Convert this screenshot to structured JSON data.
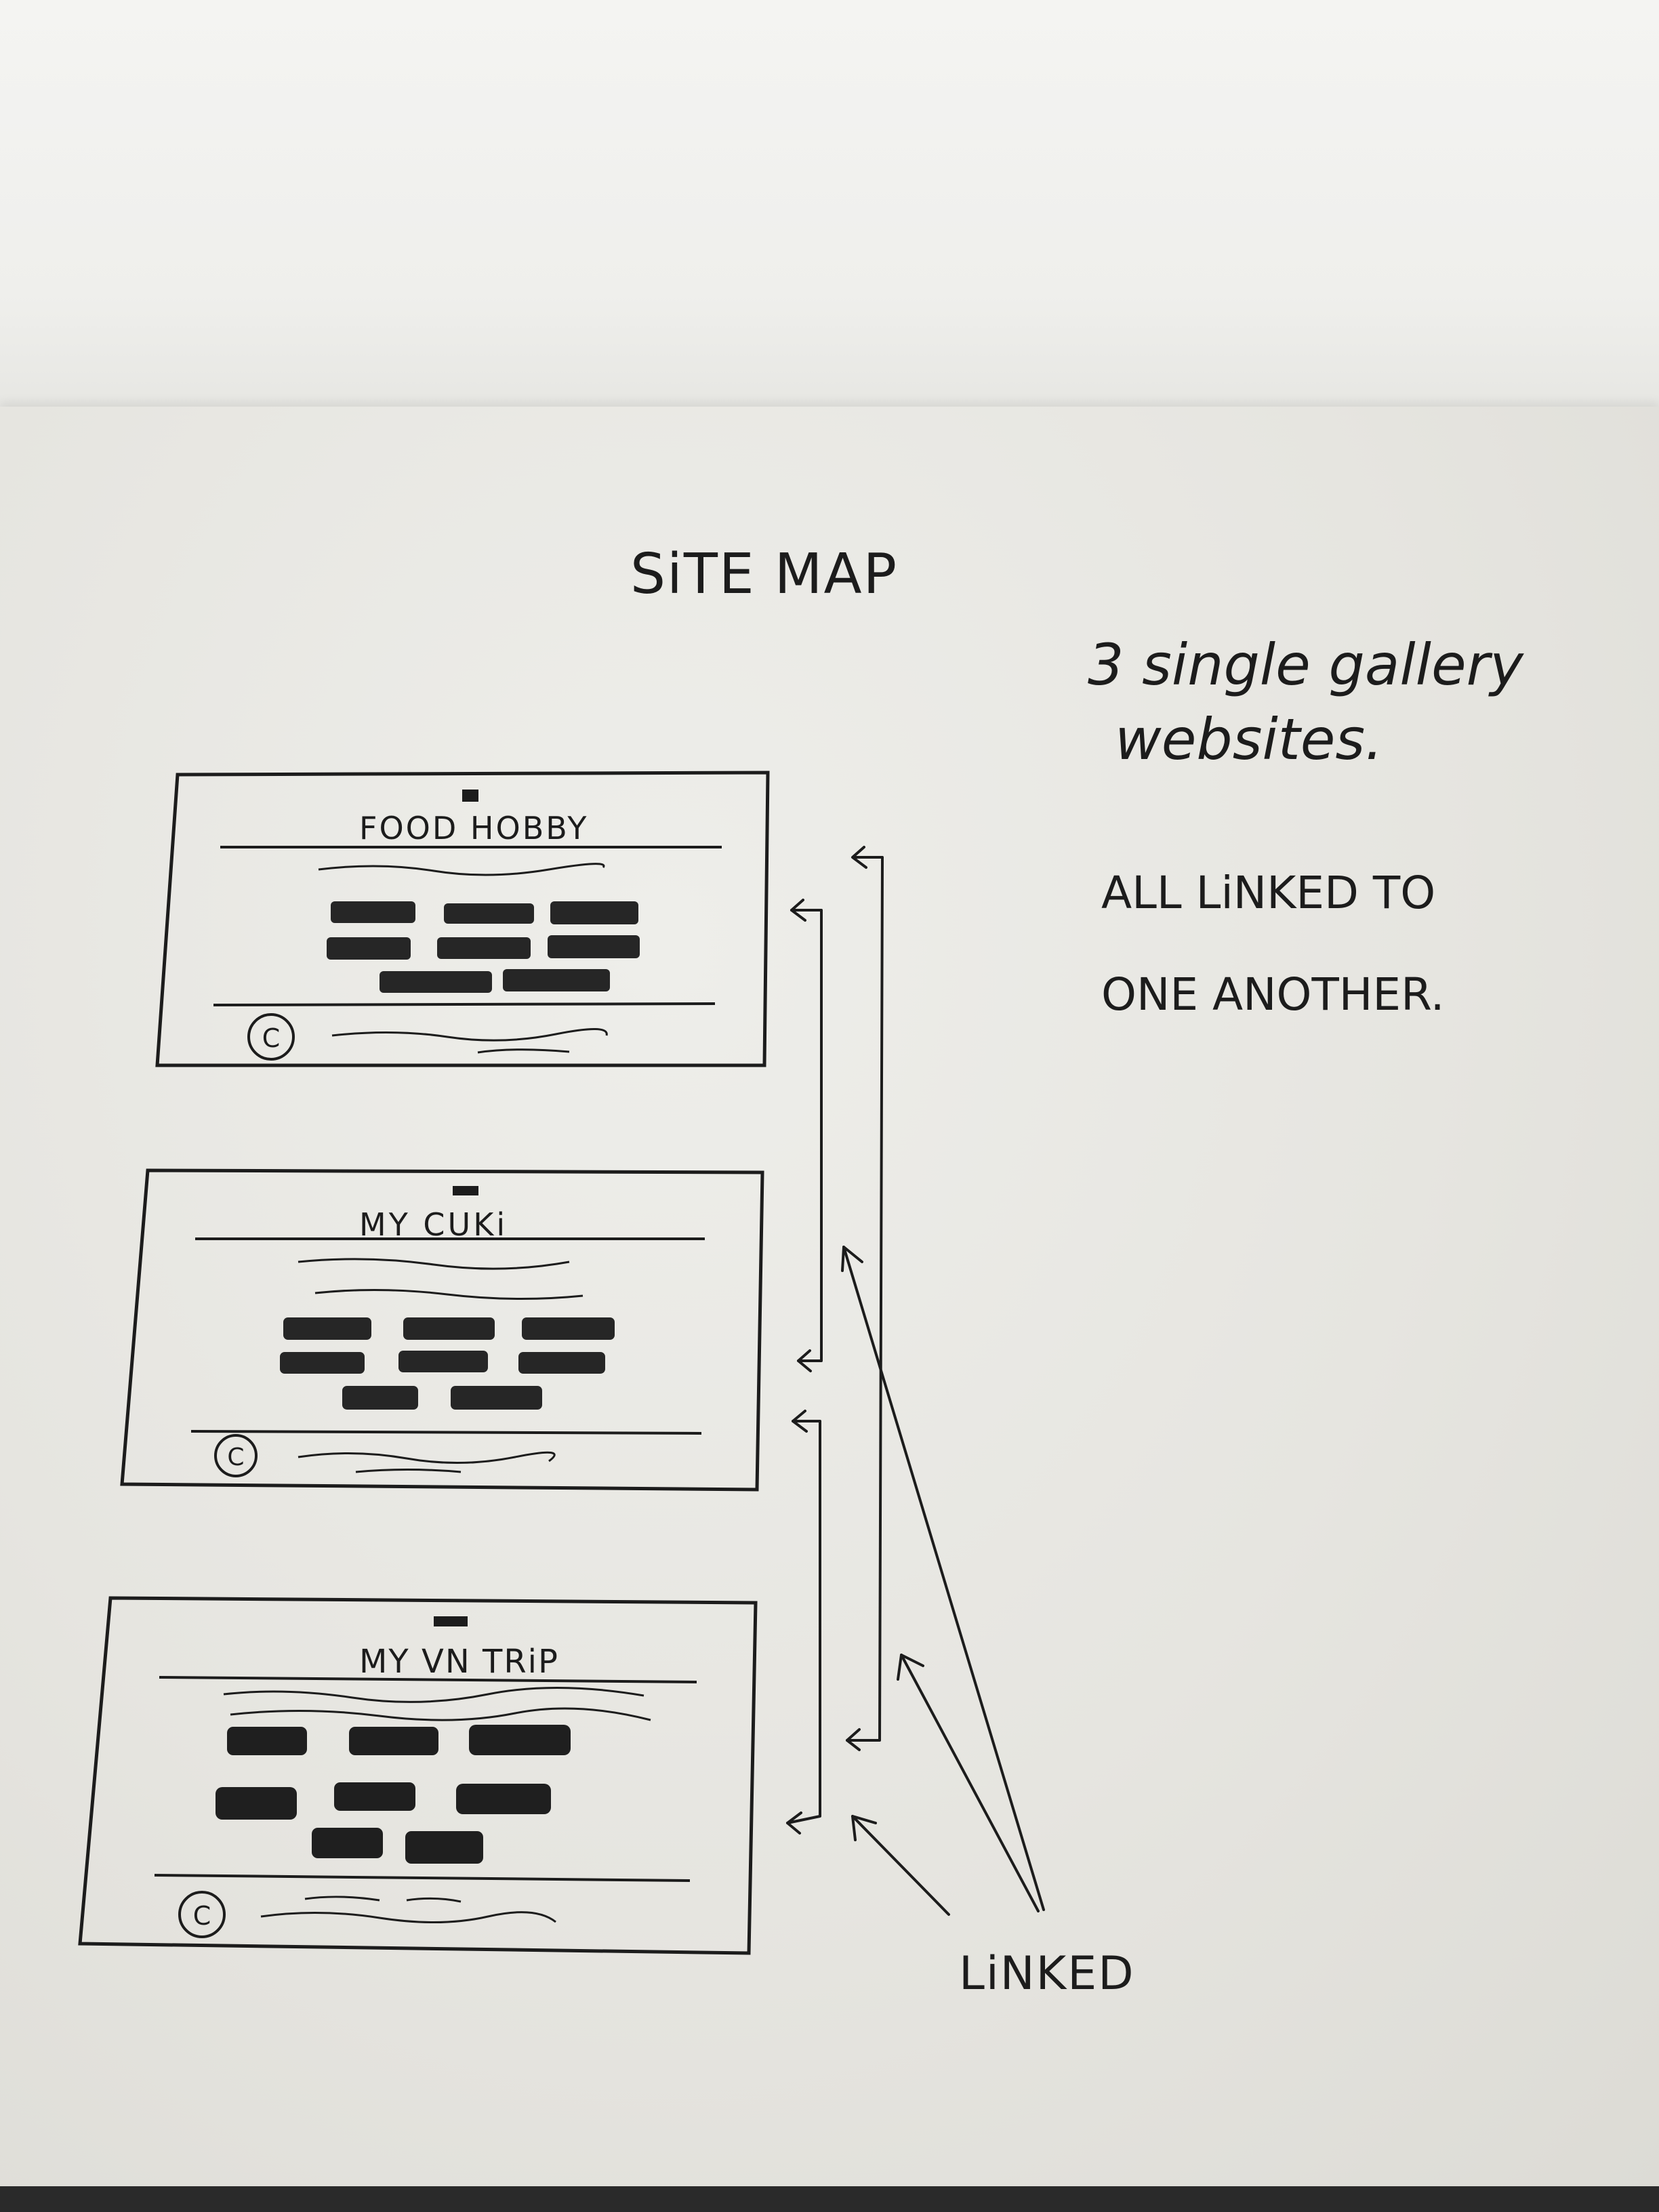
{
  "title": "SiTE MAP",
  "note": {
    "line1": "3  single  gallery",
    "line2": "websites.",
    "line3": "ALL  LiNKED  TO",
    "line4": "ONE  ANOTHER."
  },
  "sites": [
    {
      "name": "FOOD  HOBBY",
      "copyright": "C"
    },
    {
      "name": "MY  CUKi",
      "copyright": "C"
    },
    {
      "name": "MY VN TRiP",
      "copyright": "C"
    }
  ],
  "linked_label": "LiNKED",
  "ink_color": "#1c1c1c"
}
